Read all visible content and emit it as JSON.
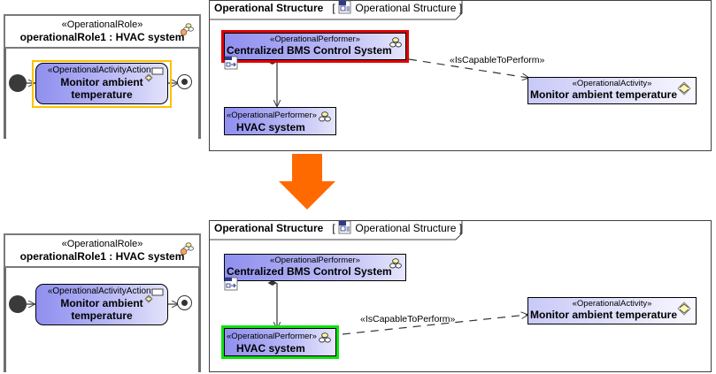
{
  "colors": {
    "highlight_before_action": "#ffc000",
    "highlight_before_performer": "#e00000",
    "highlight_after_performer": "#11e011",
    "transition_arrow": "#ff6a00",
    "element_fill_start": "#8f8fef",
    "element_fill_end": "#e6e6fc"
  },
  "panels": [
    {
      "id": "before",
      "swimlane": {
        "stereotype": "«OperationalRole»",
        "name": "operationalRole1 : HVAC system",
        "icon": "operational-role-icon",
        "action": {
          "stereotype": "«OperationalActivityAction»",
          "name_line1": "Monitor ambient",
          "name_line2": "temperature",
          "icon": "call-behavior-icon",
          "highlighted": true
        },
        "initial_node": "initial-node",
        "final_node": "activity-final-node"
      },
      "frame": {
        "title": "Operational Structure",
        "diagram_ref": "Operational Structure",
        "bracket_open": "[",
        "bracket_close": "]",
        "icon": "diagram-icon",
        "performer_parent": {
          "stereotype": "«OperationalPerformer»",
          "name": "Centralized BMS Control System",
          "icon": "operational-performer-icon",
          "highlighted": true
        },
        "performer_child": {
          "stereotype": "«OperationalPerformer»",
          "name": "HVAC system",
          "icon": "operational-performer-icon",
          "highlighted": false
        },
        "activity": {
          "stereotype": "«OperationalActivity»",
          "name": "Monitor ambient temperature",
          "icon": "operational-activity-icon"
        },
        "dependency_label": "«IsCapableToPerform»",
        "dependency_source": "Centralized BMS Control System"
      }
    },
    {
      "id": "after",
      "swimlane": {
        "stereotype": "«OperationalRole»",
        "name": "operationalRole1 : HVAC system",
        "icon": "operational-role-icon",
        "action": {
          "stereotype": "«OperationalActivityAction»",
          "name_line1": "Monitor ambient",
          "name_line2": "temperature",
          "icon": "call-behavior-icon",
          "highlighted": false
        },
        "initial_node": "initial-node",
        "final_node": "activity-final-node"
      },
      "frame": {
        "title": "Operational Structure",
        "diagram_ref": "Operational Structure",
        "bracket_open": "[",
        "bracket_close": "]",
        "icon": "diagram-icon",
        "performer_parent": {
          "stereotype": "«OperationalPerformer»",
          "name": "Centralized BMS Control System",
          "icon": "operational-performer-icon",
          "highlighted": false
        },
        "performer_child": {
          "stereotype": "«OperationalPerformer»",
          "name": "HVAC system",
          "icon": "operational-performer-icon",
          "highlighted": true
        },
        "activity": {
          "stereotype": "«OperationalActivity»",
          "name": "Monitor ambient temperature",
          "icon": "operational-activity-icon"
        },
        "dependency_label": "«IsCapableToPerform»",
        "dependency_source": "HVAC system"
      }
    }
  ]
}
